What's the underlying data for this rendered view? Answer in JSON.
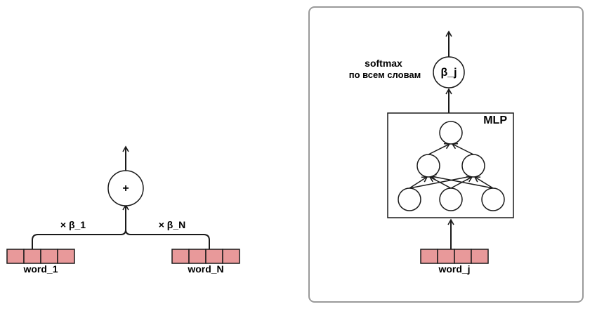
{
  "left": {
    "sum_symbol": "+",
    "weight_left": "× β_1",
    "weight_right": "× β_N",
    "word_first": "word_1",
    "word_last": "word_N"
  },
  "right": {
    "softmax_line1": "softmax",
    "softmax_line2": "по всем словам",
    "beta_node": "β_j",
    "mlp_label": "MLP",
    "word_j": "word_j"
  },
  "colors": {
    "token_cell_fill": "#e8999a",
    "stroke": "#1a1a1a",
    "panel_border": "#9a9a9a"
  }
}
